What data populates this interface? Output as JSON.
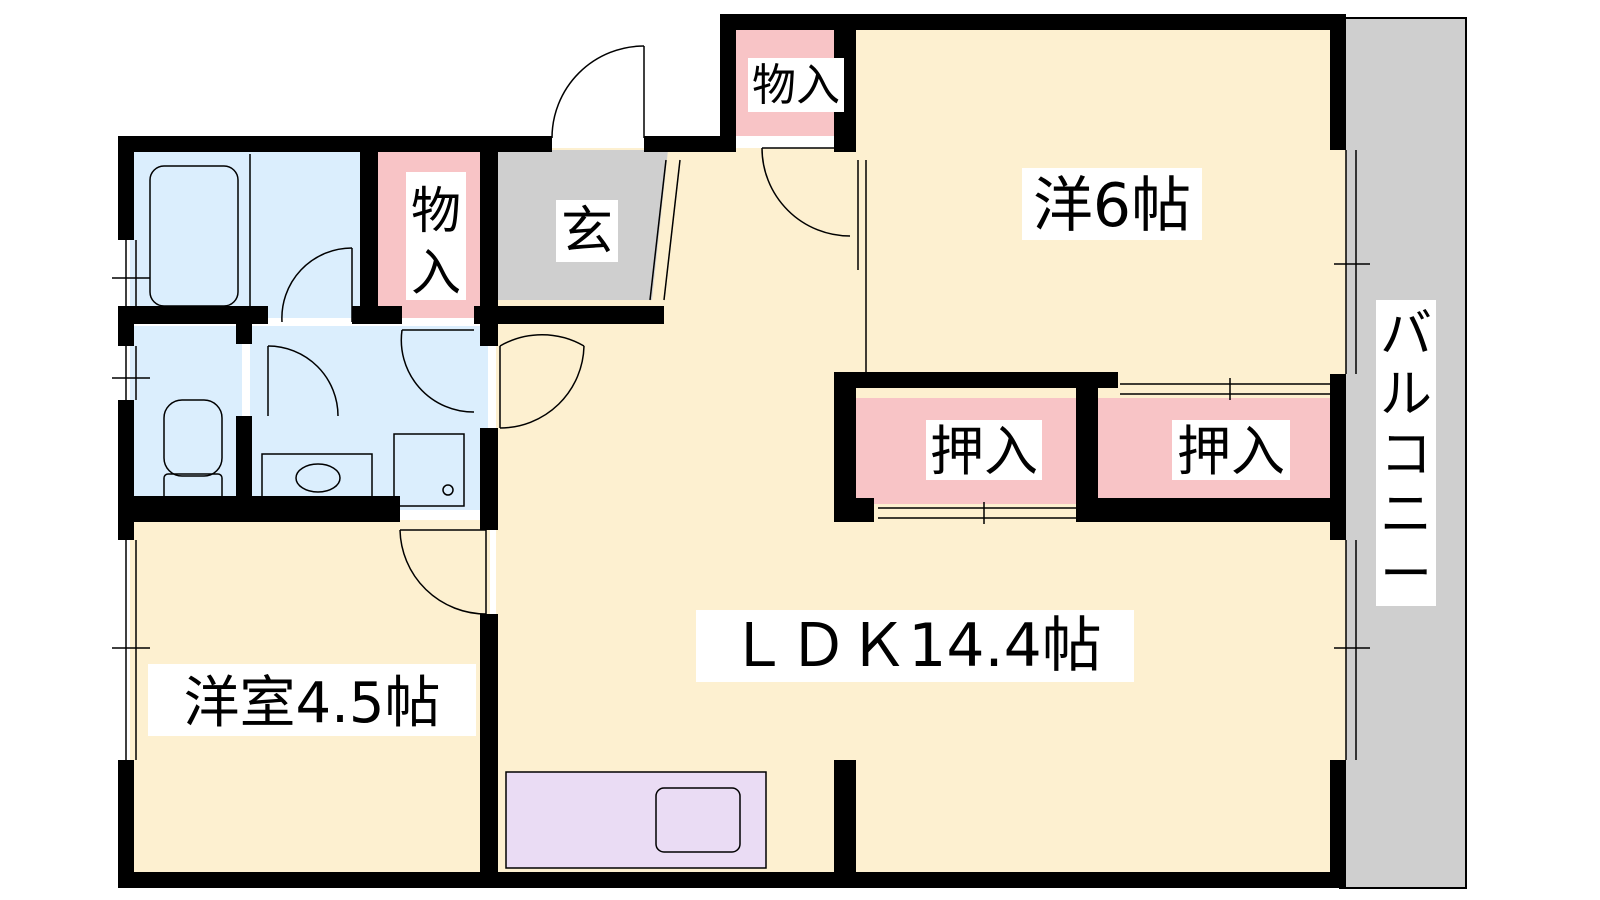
{
  "colors": {
    "wall": "#000000",
    "room_floor": "#fdf0d0",
    "storage": "#f8c4c6",
    "wet_area": "#dbeefd",
    "entrance": "#cfcfcf",
    "kitchen": "#eadcf4",
    "balcony": "#cfcfcf"
  },
  "labels": {
    "storage_top": "物入",
    "storage_vertical": [
      "物",
      "入"
    ],
    "entrance": "玄",
    "western_6": "洋6帖",
    "oshiire_left": "押入",
    "oshiire_right": "押入",
    "western_45": "洋室4.5帖",
    "ldk": "ＬＤＫ14.4帖",
    "balcony": [
      "バ",
      "ル",
      "コ",
      "ニ",
      "ー"
    ]
  }
}
